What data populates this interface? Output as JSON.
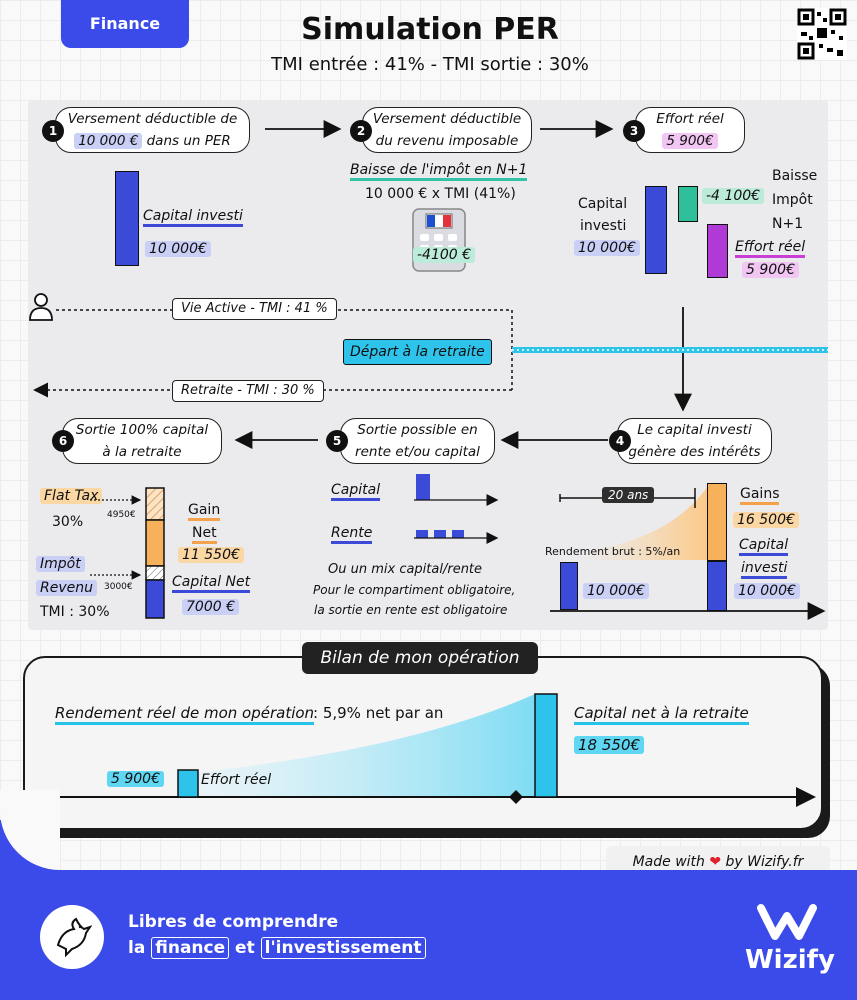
{
  "header": {
    "badge": "Finance",
    "title": "Simulation PER",
    "subtitle": "TMI entrée : 41% - TMI sortie : 30%"
  },
  "colors": {
    "brand_blue": "#3b4bea",
    "bar_blue": "#3b4bd8",
    "bar_orange": "#f6b15a",
    "bar_purple": "#b03ad6",
    "bar_green": "#2fbf9a",
    "retirement_cyan": "#2ec3ea"
  },
  "steps": {
    "s1": {
      "num": "1",
      "line1": "Versement déductible de",
      "amount": "10 000 €",
      "line2_rest": "dans un PER"
    },
    "s2": {
      "num": "2",
      "line1": "Versement déductible",
      "line2": "du revenu imposable"
    },
    "s3": {
      "num": "3",
      "line1": "Effort réel",
      "amount": "5 900€"
    },
    "s4": {
      "num": "4",
      "line1": "Le capital investi",
      "line2": "génère des intérêts"
    },
    "s5": {
      "num": "5",
      "line1": "Sortie possible en",
      "line2": "rente et/ou capital"
    },
    "s6": {
      "num": "6",
      "line1": "Sortie 100% capital",
      "line2": "à la retraite"
    }
  },
  "panel1": {
    "label": "Capital investi",
    "value": "10 000€"
  },
  "panel2": {
    "title": "Baisse de l'impôt en N+1",
    "formula": "10 000 € x TMI (41%)",
    "value": "-4100 €"
  },
  "panel3": {
    "capital_label_1": "Capital",
    "capital_label_2": "investi",
    "capital_value": "10 000€",
    "reduction_value": "-4 100€",
    "reduction_label_1": "Baisse",
    "reduction_label_2": "Impôt",
    "reduction_label_3": "N+1",
    "effort_label": "Effort réel",
    "effort_value": "5 900€"
  },
  "timeline": {
    "active_label": "Vie Active - TMI : 41 %",
    "retirement_label": "Départ à la retraite",
    "retraite_label": "Retraite - TMI : 30 %"
  },
  "panel4": {
    "duration": "20 ans",
    "yield_label": "Rendement brut : 5%/an",
    "start_value": "10 000€",
    "gains_label": "Gains",
    "gains_value": "16 500€",
    "capital_label_1": "Capital",
    "capital_label_2": "investi",
    "capital_value": "10 000€"
  },
  "panel5": {
    "capital_label": "Capital",
    "rente_label": "Rente",
    "note1": "Ou un mix capital/rente",
    "note2": "Pour le compartiment obligatoire,",
    "note3": "la sortie en rente est obligatoire"
  },
  "panel6": {
    "flat_tax_label": "Flat Tax",
    "flat_tax_rate": "30%",
    "flat_tax_amount": "4950€",
    "impot_label_1": "Impôt",
    "impot_label_2": "Revenu",
    "impot_rate": "TMI : 30%",
    "impot_amount": "3000€",
    "gain_label_1": "Gain",
    "gain_label_2": "Net",
    "gain_value": "11 550€",
    "capital_net_label": "Capital Net",
    "capital_net_value": "7000 €"
  },
  "bilan": {
    "title": "Bilan de mon opération",
    "rendement": "Rendement réel de mon opération",
    "rendement_value": ": 5,9% net par an",
    "effort_value": "5 900€",
    "effort_label": "Effort réel",
    "capital_label": "Capital net à la retraite",
    "capital_value": "18 550€"
  },
  "made_with": {
    "prefix": "Made with",
    "suffix": "by Wizify.fr"
  },
  "footer": {
    "line1": "Libres de comprendre",
    "la": "la",
    "finance": "finance",
    "et": "et",
    "investissement": "l'investissement",
    "brand": "Wizify"
  }
}
